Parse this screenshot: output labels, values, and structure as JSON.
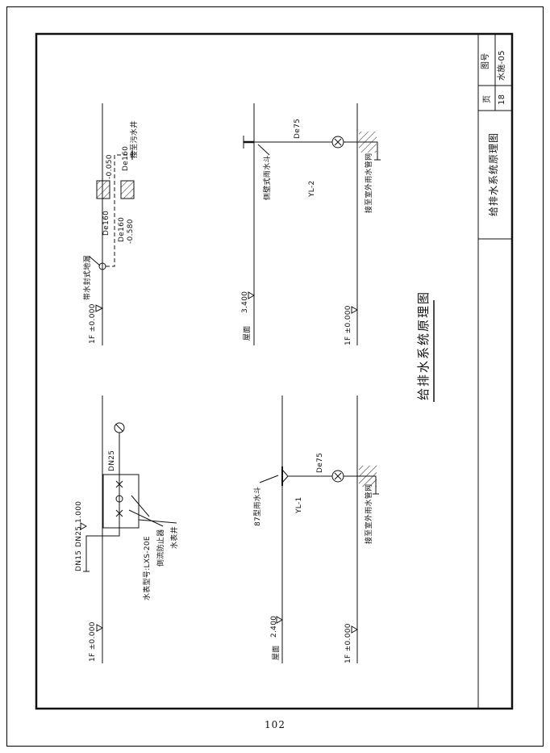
{
  "sheet": {
    "page_number": "102"
  },
  "title_block": {
    "fig_no_label": "图号",
    "fig_no": "水施-05",
    "page_label": "页",
    "page_no": "18",
    "title": "给排水系统原理图"
  },
  "main_title": "给排水系统原理图",
  "drain": {
    "to_well": "接至污水井",
    "de160_1": "De160",
    "elev_top": "-0.050",
    "de160_2": "De160",
    "de160_3": "De160",
    "elev_bottom": "-0.580",
    "floor_drain": "带水封式地漏",
    "floor_1f": "1F ±0.000"
  },
  "rain2": {
    "hopper": "侧壁式雨水斗",
    "pipe_dia": "De75",
    "riser_id": "YL-2",
    "to_network": "接至室外雨水管网",
    "roof_elev": "3.400",
    "roof_label": "屋面",
    "floor_1f": "1F ±0.000"
  },
  "supply": {
    "dn25_top": "DN25",
    "pipe_elev": "1.000",
    "dn25": "DN25",
    "dn15": "DN15",
    "meter_model": "水表型号:LXS-20E",
    "backflow_preventer": "倒流防止器",
    "meter_pit": "水表井",
    "floor_1f": "1F ±0.000"
  },
  "rain1": {
    "hopper": "87型雨水斗",
    "pipe_dia": "De75",
    "riser_id": "YL-1",
    "to_network": "接至室外雨水管网",
    "roof_elev": "2.400",
    "roof_label": "屋面",
    "floor_1f": "1F ±0.000"
  }
}
